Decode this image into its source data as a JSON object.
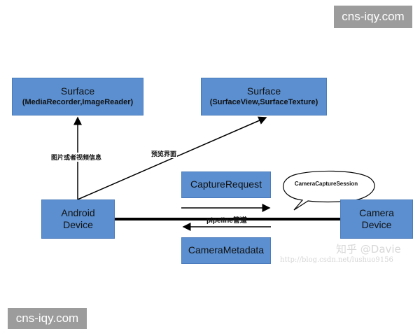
{
  "watermarks": {
    "top_right": "cns-iqy.com",
    "bottom_left": "cns-iqy.com"
  },
  "nodes": {
    "surface_left": {
      "title": "Surface",
      "subtitle": "(MediaRecorder,ImageReader)"
    },
    "surface_right": {
      "title": "Surface",
      "subtitle": "(SurfaceView,SurfaceTexture)"
    },
    "android_device": {
      "line1": "Android",
      "line2": "Device"
    },
    "capture_request": {
      "title": "CaptureRequest"
    },
    "camera_metadata": {
      "title": "CameraMetadata"
    },
    "camera_device": {
      "line1": "Camera",
      "line2": "Device"
    }
  },
  "edges": {
    "left_arrow_label": "图片或者视频信息",
    "diagonal_arrow_label": "预览界面",
    "pipeline_label": "pipeline管道"
  },
  "callout": {
    "text": "CameraCaptureSession"
  },
  "overlay_text": {
    "zhihu": "知乎 @Davie",
    "csdn": "http://blog.csdn.net/lushuo9156"
  },
  "colors": {
    "box_fill": "#5b8fd0",
    "watermark_bg": "#9c9c9c"
  }
}
